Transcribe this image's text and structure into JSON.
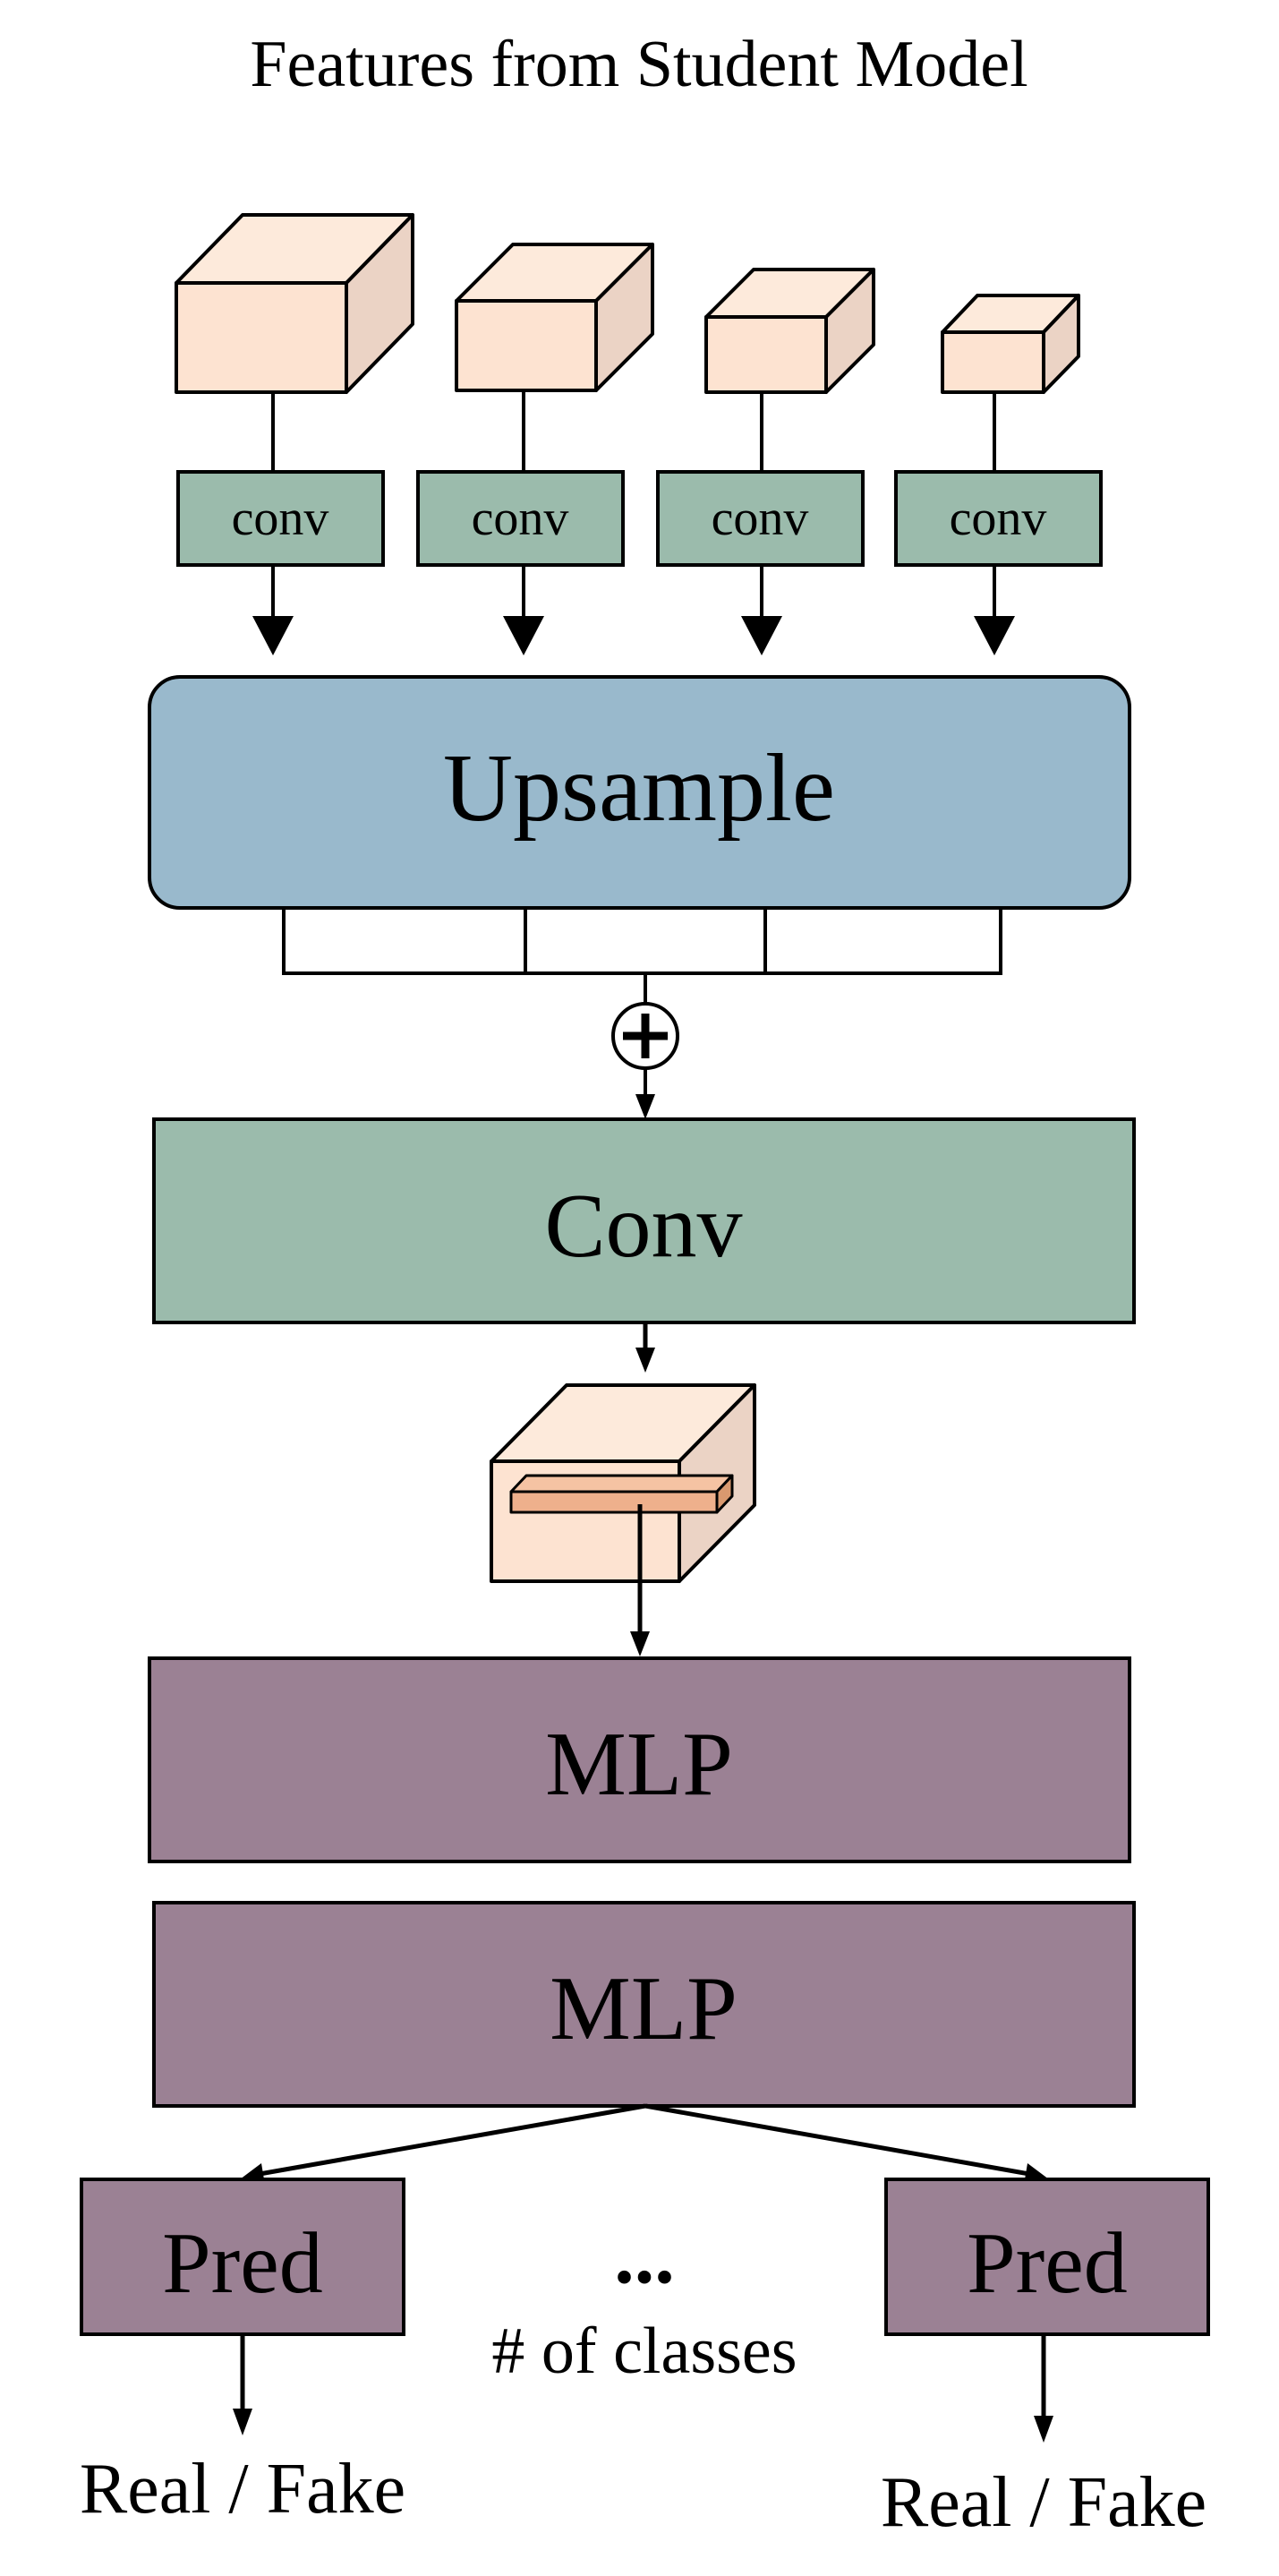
{
  "title": "Features from Student Model",
  "branches": [
    {
      "conv_label": "conv"
    },
    {
      "conv_label": "conv"
    },
    {
      "conv_label": "conv"
    },
    {
      "conv_label": "conv"
    }
  ],
  "upsample_label": "Upsample",
  "sum_symbol": "+",
  "conv_label": "Conv",
  "mlp1_label": "MLP",
  "mlp2_label": "MLP",
  "pred_left_label": "Pred",
  "pred_right_label": "Pred",
  "ellipsis": "...",
  "classes_label": "# of classes",
  "output_left_label": "Real / Fake",
  "output_right_label": "Real / Fake",
  "colors": {
    "cube_front": "#fde3d1",
    "cube_top": "#fdeadb",
    "cube_side": "#ebd3c5",
    "conv_fill": "#9bbbac",
    "upsample_fill": "#99b9cc",
    "mlp_fill": "#9b8194",
    "slab_fill": "#eeb08c"
  }
}
